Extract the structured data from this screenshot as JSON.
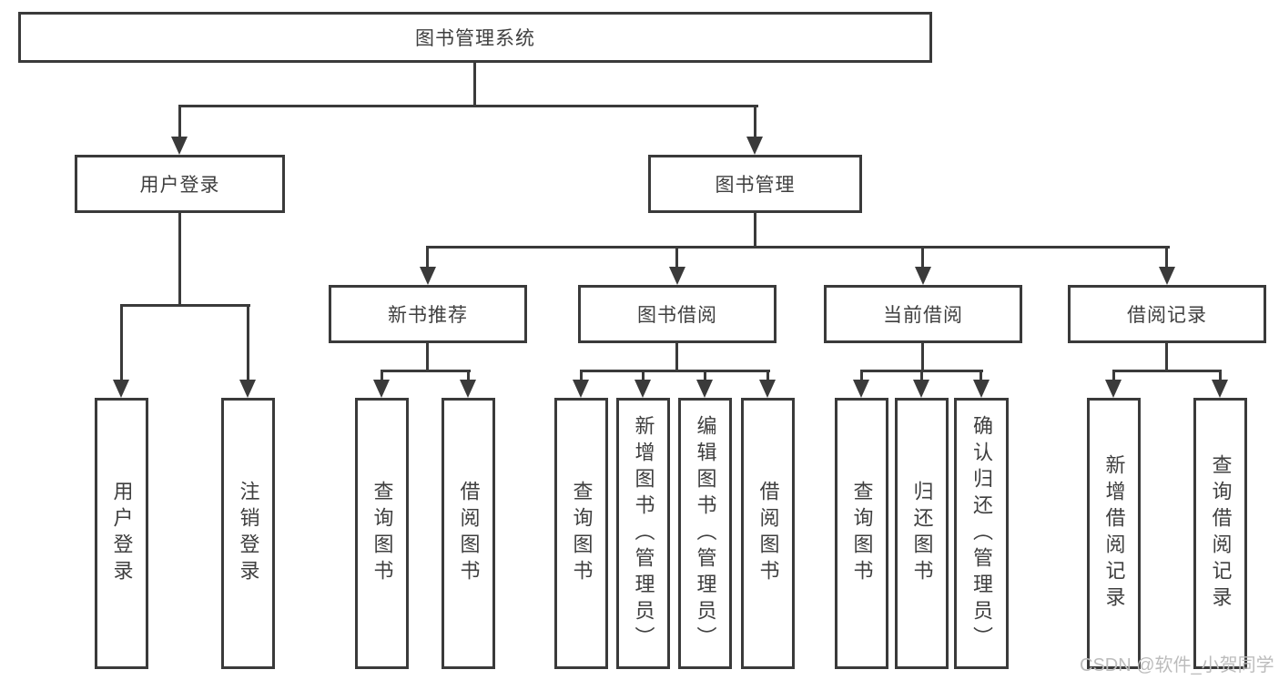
{
  "tree": {
    "root": {
      "label": "图书管理系统"
    },
    "children": [
      {
        "label": "用户登录",
        "children": [
          {
            "label": "用户登录"
          },
          {
            "label": "注销登录"
          }
        ]
      },
      {
        "label": "图书管理",
        "children": [
          {
            "label": "新书推荐",
            "children": [
              {
                "label": "查询图书"
              },
              {
                "label": "借阅图书"
              }
            ]
          },
          {
            "label": "图书借阅",
            "children": [
              {
                "label": "查询图书"
              },
              {
                "label": "新增图书（管理员）"
              },
              {
                "label": "编辑图书（管理员）"
              },
              {
                "label": "借阅图书"
              }
            ]
          },
          {
            "label": "当前借阅",
            "children": [
              {
                "label": "查询图书"
              },
              {
                "label": "归还图书"
              },
              {
                "label": "确认归还（管理员）"
              }
            ]
          },
          {
            "label": "借阅记录",
            "children": [
              {
                "label": "新增借阅记录"
              },
              {
                "label": "查询借阅记录"
              }
            ]
          }
        ]
      }
    ]
  },
  "watermark": "CSDN @软件_小贺同学",
  "colors": {
    "line": "#3a3a3a",
    "text": "#3f3f3f",
    "watermark": "#bcbcbc",
    "background": "#ffffff"
  }
}
